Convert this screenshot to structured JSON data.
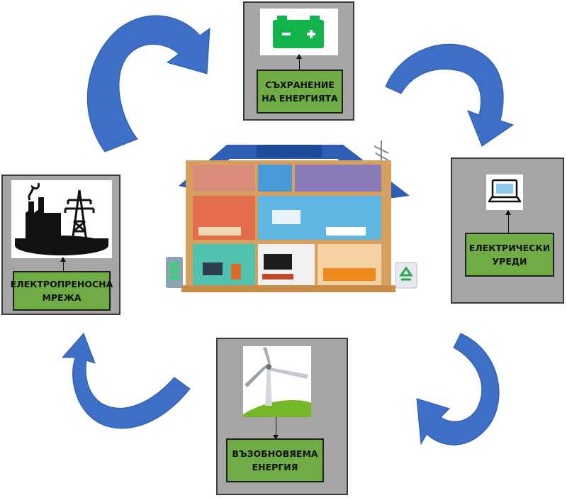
{
  "colors": {
    "arrow": "#3e6fc6",
    "arrow_edge": "#2c5aa8",
    "card_bg": "#a6a6a6",
    "card_border": "#3b3b3b",
    "label_bg": "#6fac46",
    "battery": "#11b34a"
  },
  "nodes": {
    "storage": {
      "label": "СЪХРАНЕНИЕ\nНА ЕНЕРГИЯТА",
      "icon": "battery-icon"
    },
    "appliances": {
      "label": "ЕЛЕКТРИЧЕСКИ\nУРЕДИ",
      "icon": "laptop-icon"
    },
    "renewable": {
      "label": "ВЪЗОБНОВЯЕМА\nЕНЕРГИЯ",
      "icon": "wind-turbine-icon"
    },
    "grid": {
      "label": "ЕЛЕКТРОПРЕНОСНА\nМРЕЖА",
      "icon": "power-plant-icon"
    }
  },
  "center": {
    "icon": "smart-house-icon"
  },
  "cycle_arrows": [
    "grid-to-storage",
    "storage-to-appliances",
    "appliances-to-renewable",
    "renewable-to-grid"
  ]
}
